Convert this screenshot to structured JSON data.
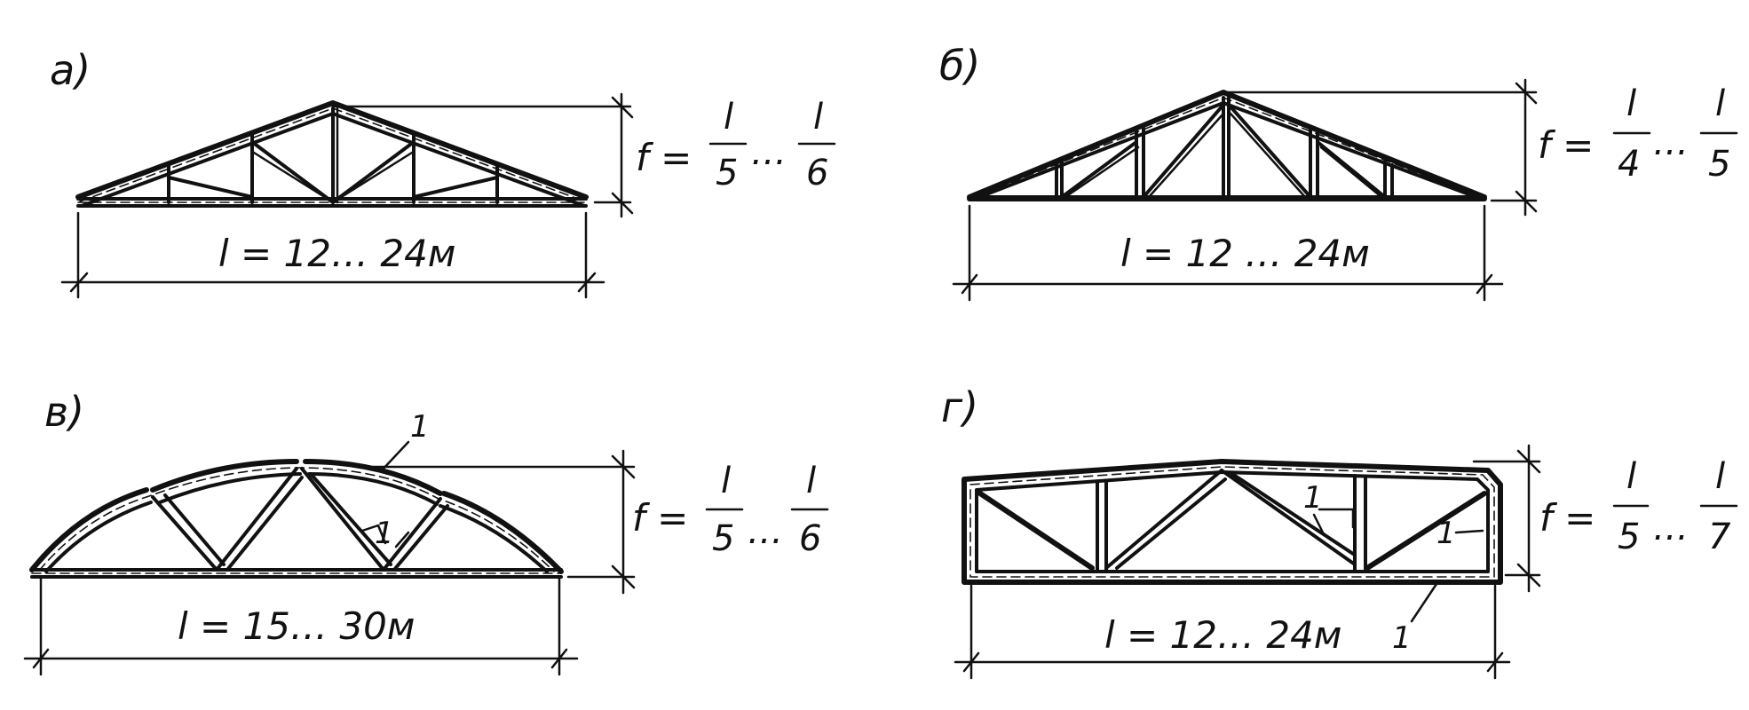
{
  "panels": [
    {
      "id": "a",
      "label": "а)",
      "span_text": "l = 12… 24м",
      "rise_prefix": "f =",
      "rise_frac1_num": "l",
      "rise_frac1_den": "5",
      "rise_ellipsis": "…",
      "rise_frac2_num": "l",
      "rise_frac2_den": "6"
    },
    {
      "id": "b",
      "label": "б)",
      "span_text": "l = 12 … 24м",
      "rise_prefix": "f =",
      "rise_frac1_num": "l",
      "rise_frac1_den": "4",
      "rise_ellipsis": "…",
      "rise_frac2_num": "l",
      "rise_frac2_den": "5"
    },
    {
      "id": "v",
      "label": "в)",
      "span_text": "l = 15… 30м",
      "rise_prefix": "f =",
      "rise_frac1_num": "l",
      "rise_frac1_den": "5",
      "rise_ellipsis": "…",
      "rise_frac2_num": "l",
      "rise_frac2_den": "6",
      "callouts": [
        "1",
        "1"
      ]
    },
    {
      "id": "g",
      "label": "г)",
      "span_text": "l = 12… 24м",
      "rise_prefix": "f =",
      "rise_frac1_num": "l",
      "rise_frac1_den": "5",
      "rise_ellipsis": "…",
      "rise_frac2_num": "l",
      "rise_frac2_den": "7",
      "callouts": [
        "1",
        "1",
        "1"
      ]
    }
  ]
}
